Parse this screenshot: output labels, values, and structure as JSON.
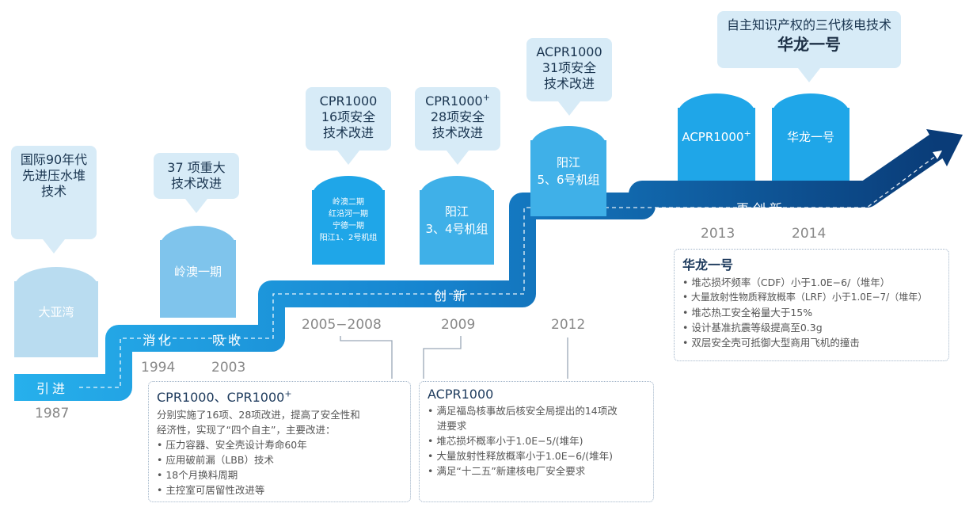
{
  "callouts": {
    "c1987": [
      "国际90年代",
      "先进压水堆",
      "技术"
    ],
    "c1994": [
      "37 项重大",
      "技术改进"
    ],
    "c2005": [
      "CPR1000",
      "16项安全",
      "技术改进"
    ],
    "c2009": {
      "line1": "CPR1000",
      "sup": "+",
      "line2": "28项安全",
      "line3": "技术改进"
    },
    "c2012": [
      "ACPR1000",
      "31项安全",
      "技术改进"
    ],
    "c2014": {
      "line1": "自主知识产权的三代核电技术",
      "line2": "华龙一号"
    }
  },
  "buildings": {
    "b1987": "大亚湾",
    "b1994": "岭澳一期",
    "b2005": [
      "岭澳二期",
      "红沿河一期",
      "宁德一期",
      "阳江1、2号机组"
    ],
    "b2009": [
      "阳江",
      "3、4号机组"
    ],
    "b2012": [
      "阳江",
      "5、6号机组"
    ],
    "b2013": {
      "text": "ACPR1000",
      "sup": "+"
    },
    "b2014": "华龙一号"
  },
  "stages": {
    "yinjin": "引进",
    "xiaohua": "消化",
    "xishou": "吸收",
    "chuangxin": "创新",
    "zaichuangxin": "再创新"
  },
  "years": {
    "y1987": "1987",
    "y1994": "1994",
    "y2003": "2003",
    "y2005": "2005−2008",
    "y2009": "2009",
    "y2012": "2012",
    "y2013": "2013",
    "y2014": "2014"
  },
  "infoboxes": {
    "cpr": {
      "title": "CPR1000、CPR1000",
      "title_sup": "+",
      "lines": [
        "分别实施了16项、28项改进，提高了安全性和",
        "经济性，实现了“四个自主”，主要改进：",
        "• 压力容器、安全壳设计寿命60年",
        "• 应用破前漏（LBB）技术",
        "• 18个月换料周期",
        "• 主控室可居留性改进等"
      ]
    },
    "acpr": {
      "title": "ACPR1000",
      "lines": [
        "• 满足福岛核事故后核安全局提出的14项改",
        "   进要求",
        "• 堆芯损坏概率小于1.0E−5/(堆年)",
        "• 大量放射性释放概率小于1.0E−6/(堆年)",
        "• 满足“十二五”新建核电厂安全要求"
      ]
    },
    "hualong": {
      "title": "华龙一号",
      "lines": [
        "• 堆芯损坏频率（CDF）小于1.0E−6/（堆年）",
        "• 大量放射性物质释放概率（LRF）小于1.0E−7/（堆年）",
        "• 堆芯热工安全裕量大于15%",
        "• 设计基准抗震等级提高至0.3g",
        "• 双层安全壳可抵御大型商用飞机的撞击"
      ]
    }
  },
  "colors": {
    "band_light": "#1ea6e6",
    "band_dark": "#0b3f7a",
    "callout_bg": "#d7ebf7"
  }
}
